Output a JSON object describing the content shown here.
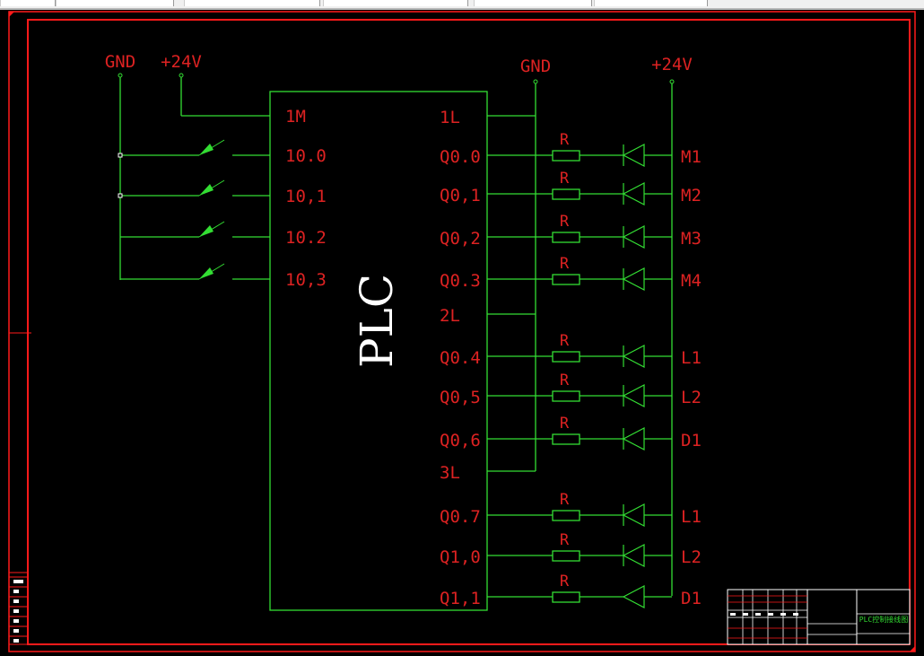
{
  "colors": {
    "background": "#000000",
    "wire": "#33dd33",
    "label": "#dd2222",
    "frame": "#ff1a1a",
    "plc_text": "#ffffff",
    "title_text": "#33dd33"
  },
  "toolbar": {
    "segments": 6
  },
  "diagram": {
    "title": "PLC",
    "left_rails": {
      "gnd_label": "GND",
      "v24_label": "+24V"
    },
    "right_rails": {
      "gnd_label": "GND",
      "v24_label": "+24V"
    },
    "inputs": [
      {
        "pin": "1M"
      },
      {
        "pin": "10.0"
      },
      {
        "pin": "10,1"
      },
      {
        "pin": "10.2"
      },
      {
        "pin": "10,3"
      }
    ],
    "outputs": [
      {
        "pin": "1L",
        "type": "common"
      },
      {
        "pin": "Q0.0",
        "resistor": "R",
        "load": "M1"
      },
      {
        "pin": "Q0,1",
        "resistor": "R",
        "load": "M2"
      },
      {
        "pin": "Q0,2",
        "resistor": "R",
        "load": "M3"
      },
      {
        "pin": "Q0.3",
        "resistor": "R",
        "load": "M4"
      },
      {
        "pin": "2L",
        "type": "common"
      },
      {
        "pin": "Q0.4",
        "resistor": "R",
        "load": "L1"
      },
      {
        "pin": "Q0,5",
        "resistor": "R",
        "load": "L2"
      },
      {
        "pin": "Q0,6",
        "resistor": "R",
        "load": "D1"
      },
      {
        "pin": "3L",
        "type": "common"
      },
      {
        "pin": "Q0.7",
        "resistor": "R",
        "load": "L1"
      },
      {
        "pin": "Q1,0",
        "resistor": "R",
        "load": "L2"
      },
      {
        "pin": "Q1,1",
        "resistor": "R",
        "load": "D1"
      }
    ]
  },
  "title_block": {
    "drawing_name": "PLC控制接线图"
  }
}
